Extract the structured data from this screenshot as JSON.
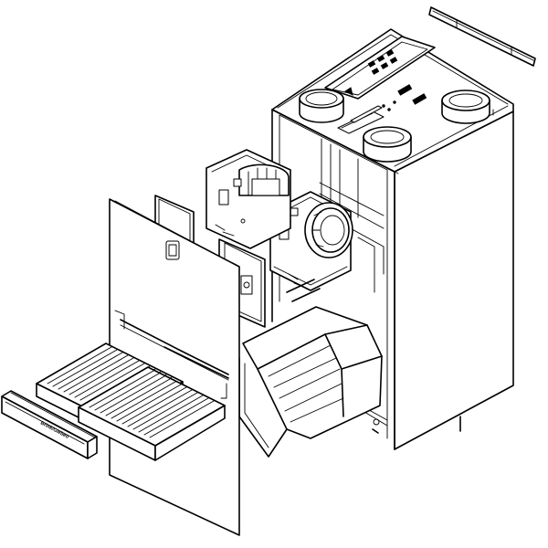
{
  "diagram": {
    "components": [
      {
        "id": "ventilation-unit-housing",
        "icon": "cabinet-icon"
      },
      {
        "id": "top-duct-spigots",
        "icon": "duct-spigot-icon"
      },
      {
        "id": "control-panel",
        "icon": "control-panel-icon"
      },
      {
        "id": "mounting-bracket",
        "icon": "bracket-icon"
      },
      {
        "id": "fan-unit-left",
        "icon": "fan-icon"
      },
      {
        "id": "fan-unit-right",
        "icon": "fan-icon"
      },
      {
        "id": "heat-exchanger",
        "icon": "heat-exchanger-icon"
      },
      {
        "id": "front-door",
        "icon": "door-icon"
      },
      {
        "id": "filter-left",
        "icon": "filter-icon"
      },
      {
        "id": "filter-right",
        "icon": "filter-icon"
      },
      {
        "id": "filter-drawer",
        "icon": "drawer-icon"
      }
    ],
    "filter_drawer": {
      "brand_label": "Brink/Giebeo"
    },
    "colors": {
      "stroke": "#000000",
      "fill": "#ffffff"
    }
  }
}
